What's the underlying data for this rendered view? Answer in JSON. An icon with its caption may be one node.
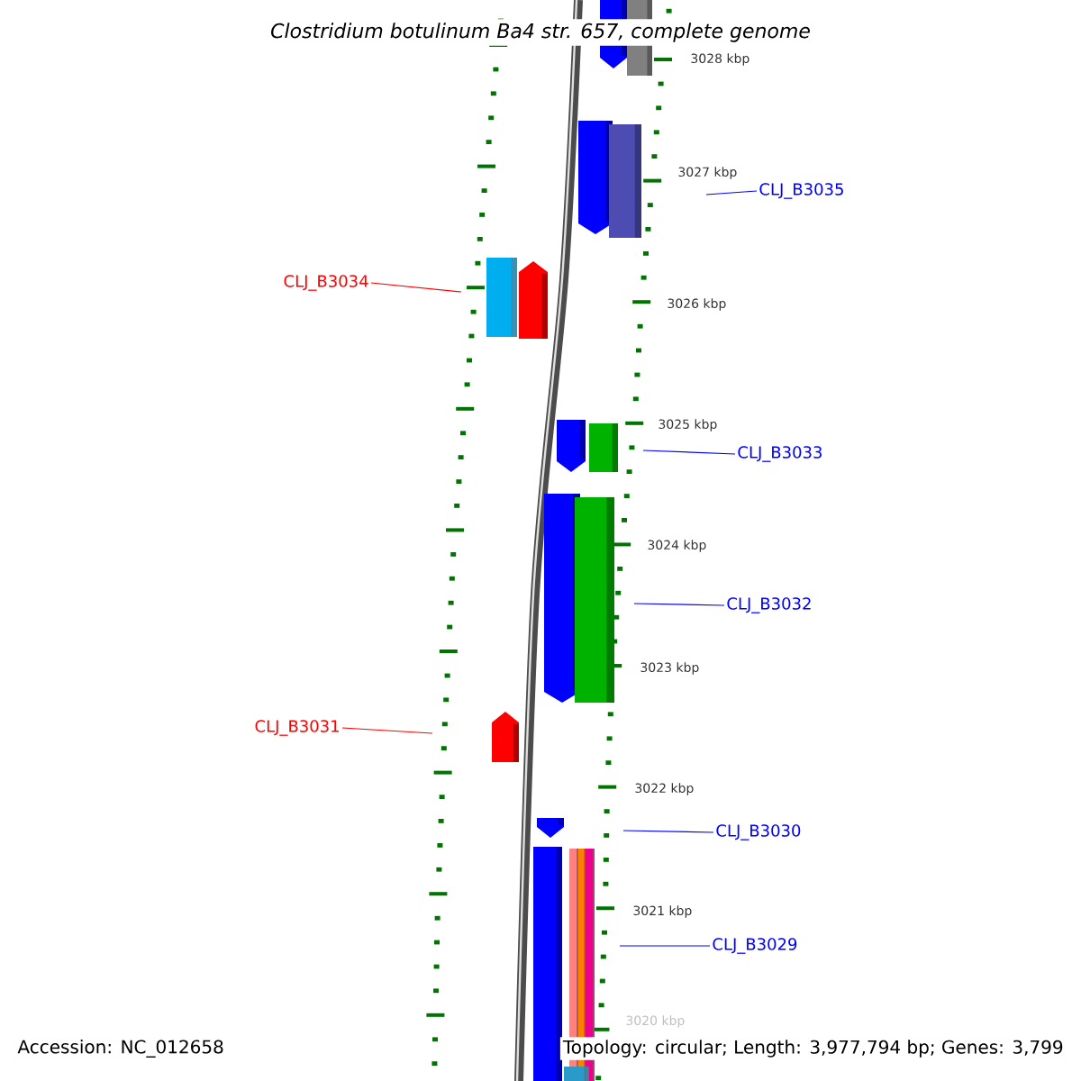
{
  "diagram": {
    "title": "Clostridium botulinum Ba4 str. 657, complete genome",
    "nodes": [
      {
        "text": [
          "CLJ_B3035"
        ]
      },
      {
        "text": [
          "CLJ_B3034"
        ]
      },
      {
        "text": [
          "CLJ_B3033"
        ]
      },
      {
        "text": [
          "CLJ_B3032"
        ]
      },
      {
        "text": [
          "CLJ_B3031"
        ]
      },
      {
        "text": [
          "CLJ_B3030"
        ]
      },
      {
        "text": [
          "CLJ_B3029"
        ]
      }
    ],
    "edges": [
      {
        "from": 0,
        "to": null,
        "arrow": "none"
      },
      {
        "from": 1,
        "to": null,
        "arrow": "none",
        "color": "#ff0000"
      },
      {
        "from": 2,
        "to": null,
        "arrow": "none"
      },
      {
        "from": 3,
        "to": null,
        "arrow": "none"
      },
      {
        "from": 4,
        "to": null,
        "arrow": "none",
        "color": "#ff0000"
      },
      {
        "from": 5,
        "to": null,
        "arrow": "none"
      },
      {
        "from": 6,
        "to": null,
        "arrow": "none"
      }
    ],
    "labels": [
      "3028 kbp",
      "3027 kbp",
      "3026 kbp",
      "3025 kbp",
      "3024 kbp",
      "3023 kbp",
      "3022 kbp",
      "3021 kbp",
      "3020 kbp",
      "Accession: NC_012658",
      "Topology: circular; Length: 3,977,794 bp; Genes: 3,799"
    ]
  }
}
